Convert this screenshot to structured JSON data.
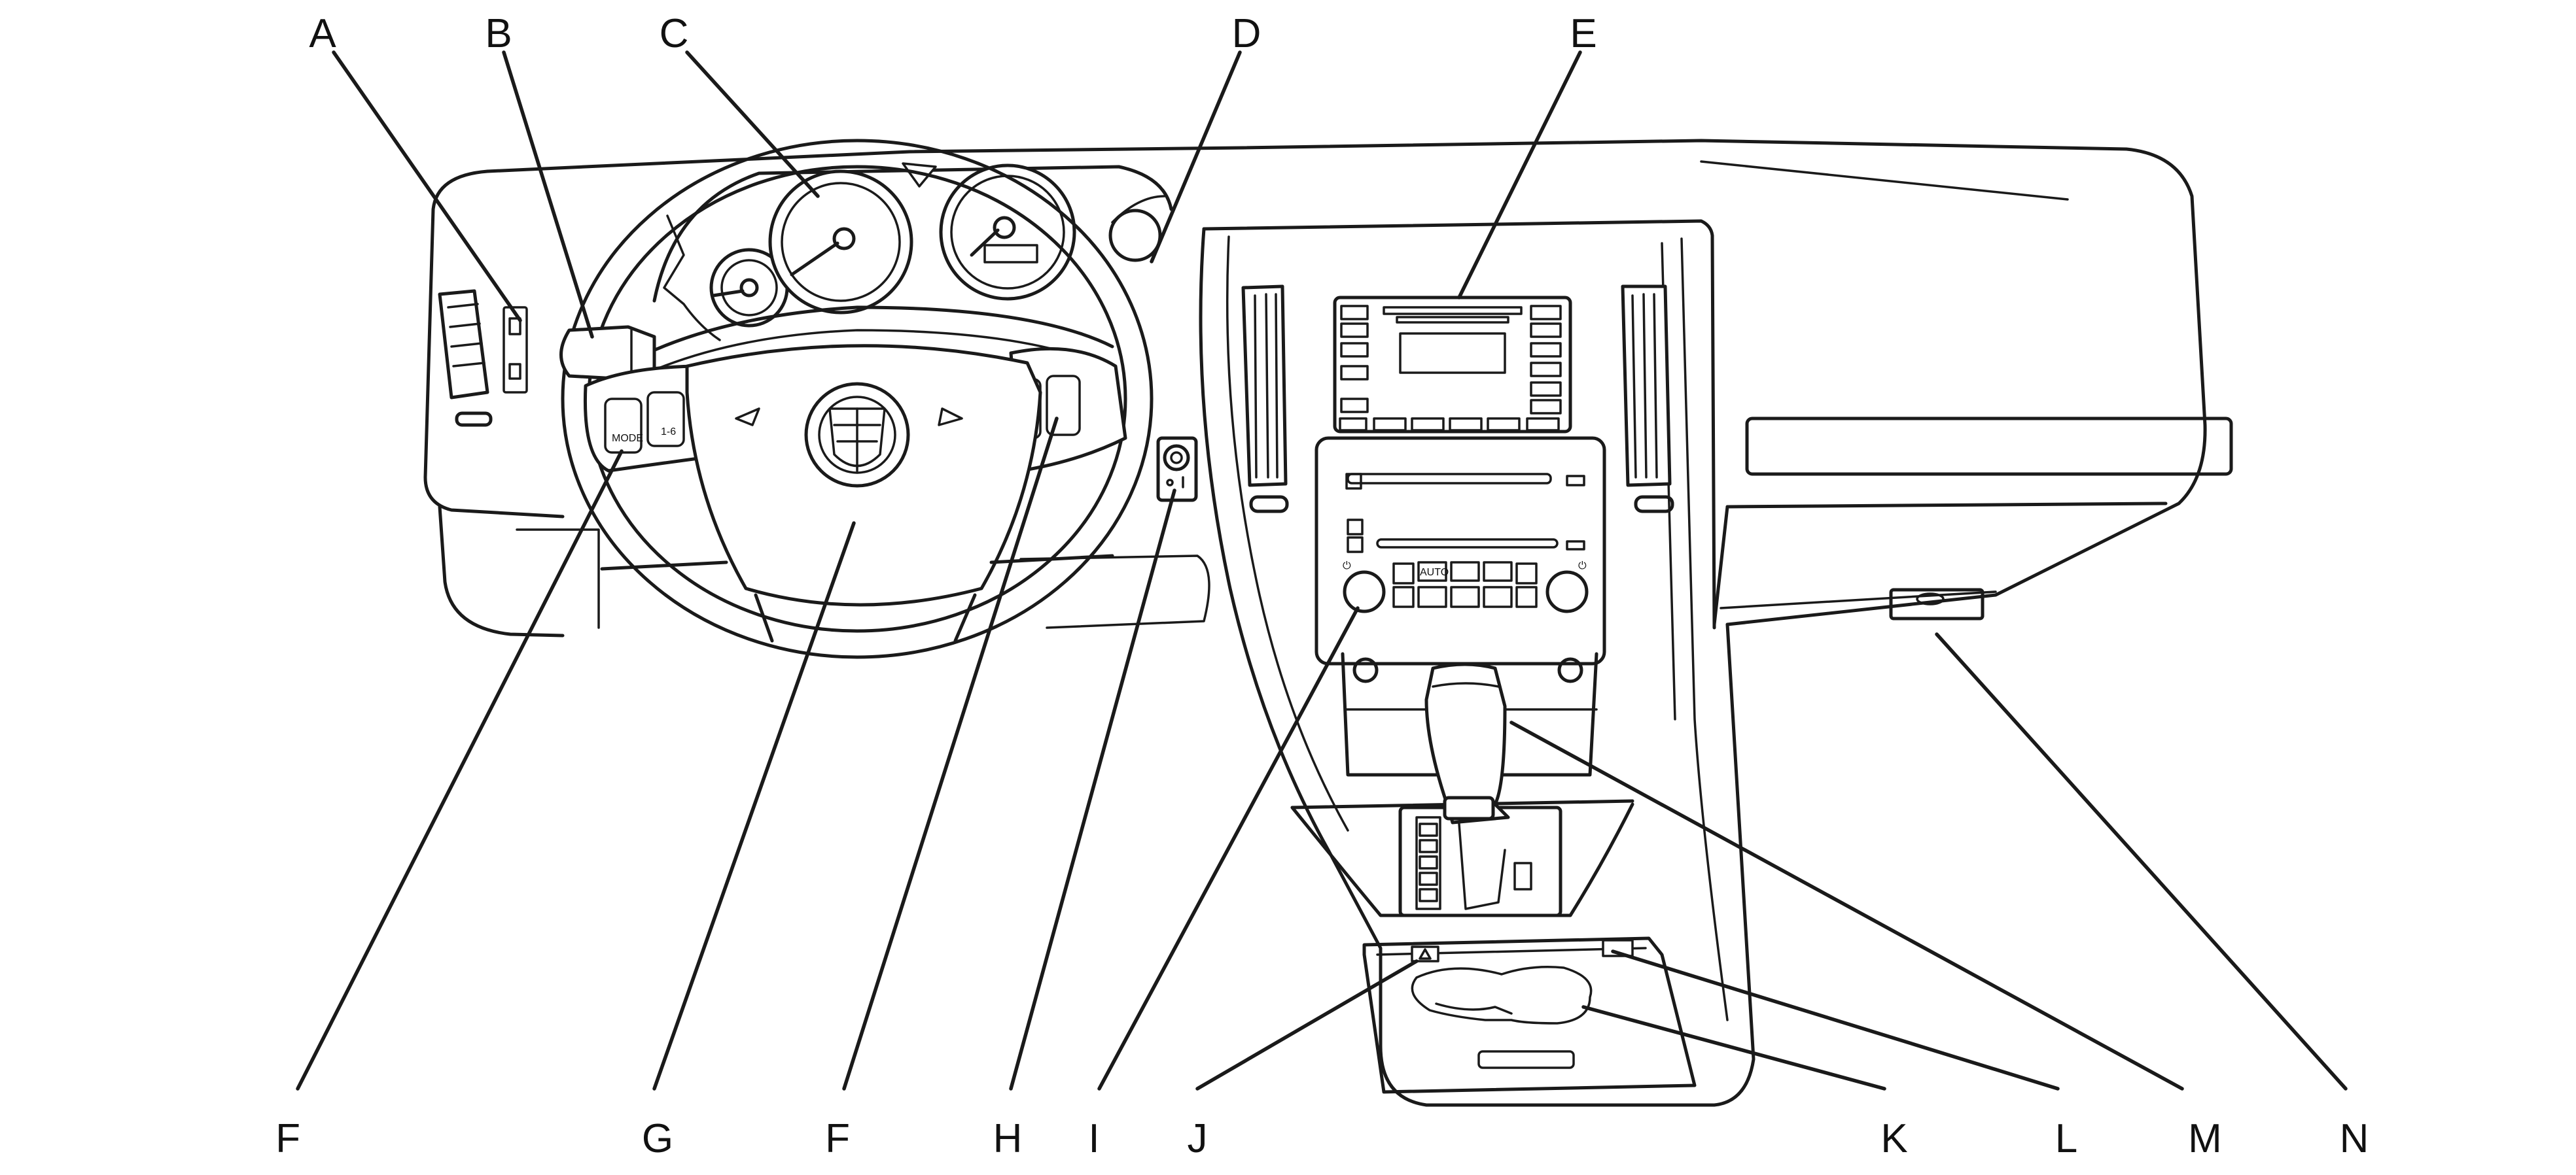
{
  "callouts": [
    {
      "id": "A",
      "label": "A"
    },
    {
      "id": "B",
      "label": "B"
    },
    {
      "id": "C",
      "label": "C"
    },
    {
      "id": "D",
      "label": "D"
    },
    {
      "id": "E",
      "label": "E"
    },
    {
      "id": "F1",
      "label": "F"
    },
    {
      "id": "G",
      "label": "G"
    },
    {
      "id": "F2",
      "label": "F"
    },
    {
      "id": "H",
      "label": "H"
    },
    {
      "id": "I",
      "label": "I"
    },
    {
      "id": "J",
      "label": "J"
    },
    {
      "id": "K",
      "label": "K"
    },
    {
      "id": "L",
      "label": "L"
    },
    {
      "id": "M",
      "label": "M"
    },
    {
      "id": "N",
      "label": "N"
    }
  ],
  "button_text": {
    "mode": "MODE",
    "scroll": "1-6",
    "auto": "AUTO"
  }
}
